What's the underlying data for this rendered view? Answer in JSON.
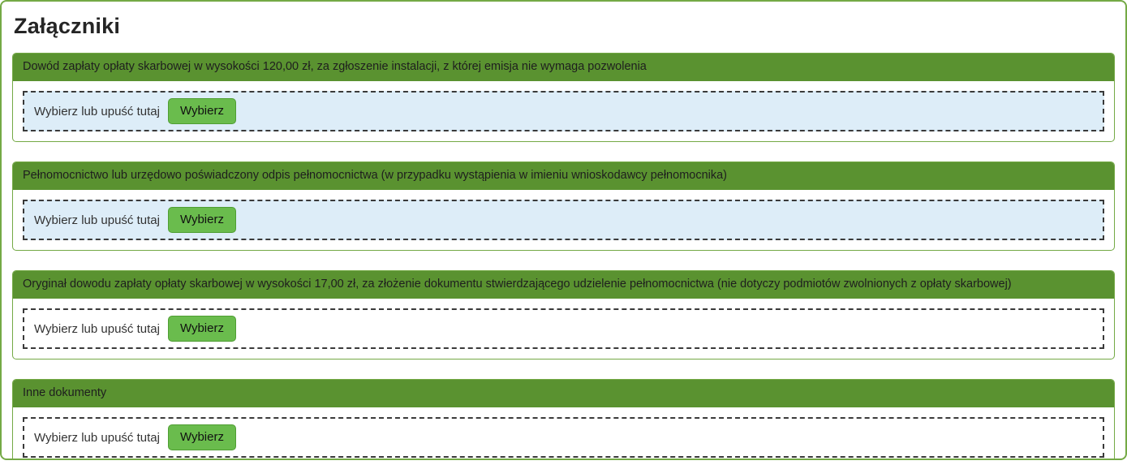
{
  "page": {
    "title": "Załączniki"
  },
  "dropzone": {
    "label": "Wybierz lub upuść tutaj",
    "button_label": "Wybierz"
  },
  "sections": [
    {
      "header": "Dowód zapłaty opłaty skarbowej w wysokości 120,00 zł, za zgłoszenie instalacji, z której emisja nie wymaga pozwolenia",
      "highlighted": true
    },
    {
      "header": "Pełnomocnictwo lub urzędowo poświadczony odpis pełnomocnictwa (w przypadku wystąpienia w imieniu wnioskodawcy pełnomocnika)",
      "highlighted": true
    },
    {
      "header": "Oryginał dowodu zapłaty opłaty skarbowej w wysokości 17,00 zł, za złożenie dokumentu stwierdzającego udzielenie pełnomocnictwa (nie dotyczy podmiotów zwolnionych z opłaty skarbowej)",
      "highlighted": false
    },
    {
      "header": "Inne dokumenty",
      "highlighted": false
    }
  ],
  "colors": {
    "page_border": "#74a945",
    "section_header_bg": "#5a9230",
    "button_bg": "#6abc4d",
    "button_border": "#4f9e33",
    "dropzone_highlight_bg": "#ddedf8",
    "dashed_border": "#3a3a3a"
  }
}
